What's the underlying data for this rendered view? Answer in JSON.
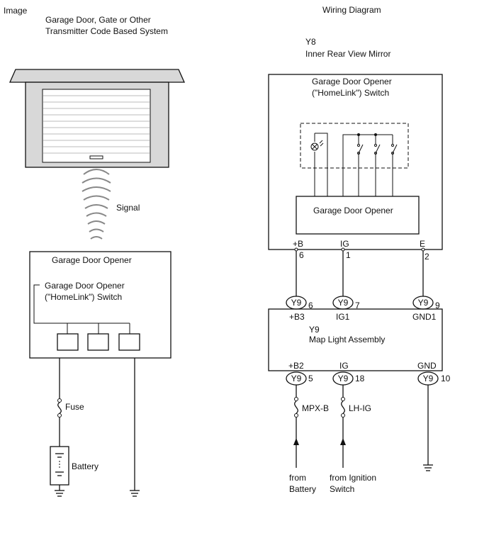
{
  "left": {
    "heading": "Image",
    "system_title_line1": "Garage Door, Gate or Other",
    "system_title_line2": "Transmitter Code Based System",
    "signal_label": "Signal",
    "opener_title": "Garage Door Opener",
    "switch_label_line1": "Garage Door Opener",
    "switch_label_line2": "(\"HomeLink\") Switch",
    "fuse_label": "Fuse",
    "battery_label": "Battery"
  },
  "right": {
    "heading": "Wiring Diagram",
    "mirror_code": "Y8",
    "mirror_name": "Inner Rear View Mirror",
    "switch_label_line1": "Garage Door Opener",
    "switch_label_line2": "(\"HomeLink\") Switch",
    "opener_box_label": "Garage Door Opener",
    "mirror_pins": [
      {
        "name": "+B",
        "num": "6"
      },
      {
        "name": "IG",
        "num": "1"
      },
      {
        "name": "E",
        "num": "2"
      }
    ],
    "upper_connectors": [
      {
        "code": "Y9",
        "num": "6",
        "pin": "+B3"
      },
      {
        "code": "Y9",
        "num": "7",
        "pin": "IG1"
      },
      {
        "code": "Y9",
        "num": "9",
        "pin": "GND1"
      }
    ],
    "map_light_code": "Y9",
    "map_light_name": "Map Light Assembly",
    "lower_connectors": [
      {
        "code": "Y9",
        "num": "5",
        "pin": "+B2"
      },
      {
        "code": "Y9",
        "num": "18",
        "pin": "IG"
      },
      {
        "code": "Y9",
        "num": "10",
        "pin": "GND"
      }
    ],
    "fuses": [
      "MPX-B",
      "LH-IG"
    ],
    "from_battery_line1": "from",
    "from_battery_line2": "Battery",
    "from_ignition_line1": "from Ignition",
    "from_ignition_line2": "Switch"
  }
}
